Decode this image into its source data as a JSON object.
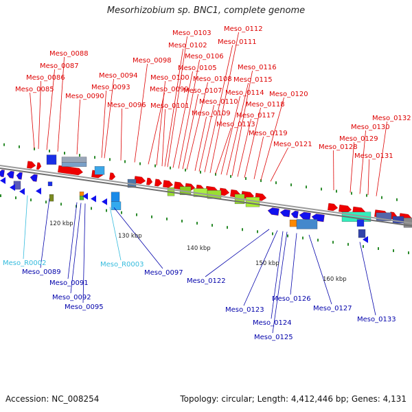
{
  "title": "Mesorhizobium sp. BNC1, complete genome",
  "footer": {
    "accession": "Accession: NC_008254",
    "topology": "Topology: circular; Length: 4,412,446 bp; Genes: 4,131"
  },
  "colors": {
    "label_forward": "#dd0000",
    "label_reverse": "#0000aa",
    "label_rna": "#33bbdd",
    "gene_forward": "#ee0000",
    "gene_reverse": "#1111ee",
    "backbone": "#888888"
  },
  "scale_ticks": [
    "120 kbp",
    "130 kbp",
    "140 kbp",
    "150 kbp",
    "160 kbp"
  ],
  "labels_forward": [
    "Meso_0085",
    "Meso_0086",
    "Meso_0087",
    "Meso_0088",
    "Meso_0090",
    "Meso_0093",
    "Meso_0094",
    "Meso_0096",
    "Meso_0098",
    "Meso_0099",
    "Meso_0100",
    "Meso_0101",
    "Meso_0102",
    "Meso_0103",
    "Meso_0105",
    "Meso_0106",
    "Meso_0107",
    "Meso_0108",
    "Meso_0109",
    "Meso_0110",
    "Meso_0111",
    "Meso_0112",
    "Meso_0113",
    "Meso_0114",
    "Meso_0115",
    "Meso_0116",
    "Meso_0117",
    "Meso_0118",
    "Meso_0119",
    "Meso_0120",
    "Meso_0121",
    "Meso_0128",
    "Meso_0129",
    "Meso_0130",
    "Meso_0131",
    "Meso_0132"
  ],
  "labels_reverse": [
    "Meso_R0002",
    "Meso_0089",
    "Meso_0091",
    "Meso_0092",
    "Meso_0095",
    "Meso_R0003",
    "Meso_0097",
    "Meso_0122",
    "Meso_0123",
    "Meso_0124",
    "Meso_0125",
    "Meso_0126",
    "Meso_0127",
    "Meso_0133"
  ]
}
